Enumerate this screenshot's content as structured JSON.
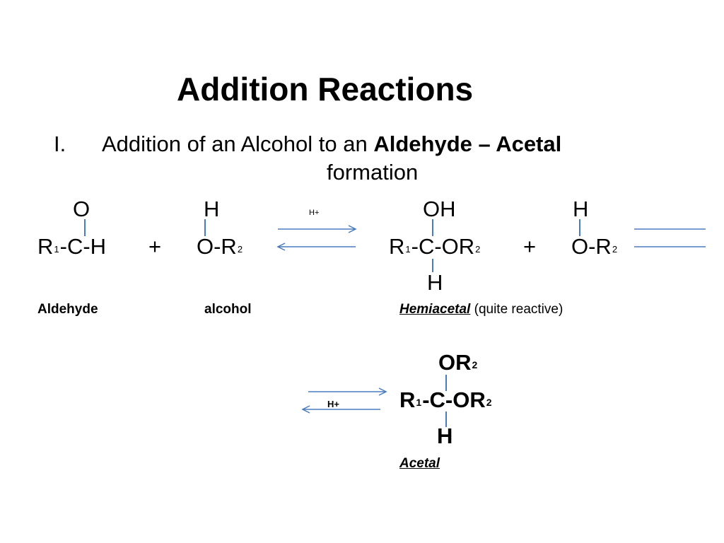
{
  "slide": {
    "title": "Addition Reactions",
    "subtitle": {
      "number": "I.",
      "text_prefix": "Addition of an Alcohol to an ",
      "text_bold": "Aldehyde – Acetal",
      "text_suffix": "formation"
    }
  },
  "reaction1": {
    "aldehyde": {
      "top": "O",
      "left": "R",
      "left_sub": "1",
      "mid": "-C-H"
    },
    "plus1": "+",
    "alcohol": {
      "top": "H",
      "main": "O-R",
      "main_sub": "2"
    },
    "catalyst": "H+",
    "hemiacetal": {
      "top": "OH",
      "left": "R",
      "left_sub": "1",
      "mid": "-C-OR",
      "mid_sub": "2",
      "bottom": "H"
    },
    "plus2": "+",
    "alcohol2": {
      "top": "H",
      "main": "O-R",
      "main_sub": "2"
    }
  },
  "labels": {
    "aldehyde": "Aldehyde",
    "alcohol": "alcohol",
    "hemiacetal": "Hemiacetal",
    "hemiacetal_note": "(quite reactive)"
  },
  "reaction2": {
    "catalyst": "H+",
    "acetal": {
      "top": "OR",
      "top_sub": "2",
      "left": "R",
      "left_sub": "1",
      "mid": "-C-OR",
      "mid_sub": "2",
      "bottom": "H"
    },
    "label": "Acetal"
  },
  "colors": {
    "arrow": "#4a7bbf",
    "bond": "#4a7bbf",
    "text": "#000000"
  }
}
